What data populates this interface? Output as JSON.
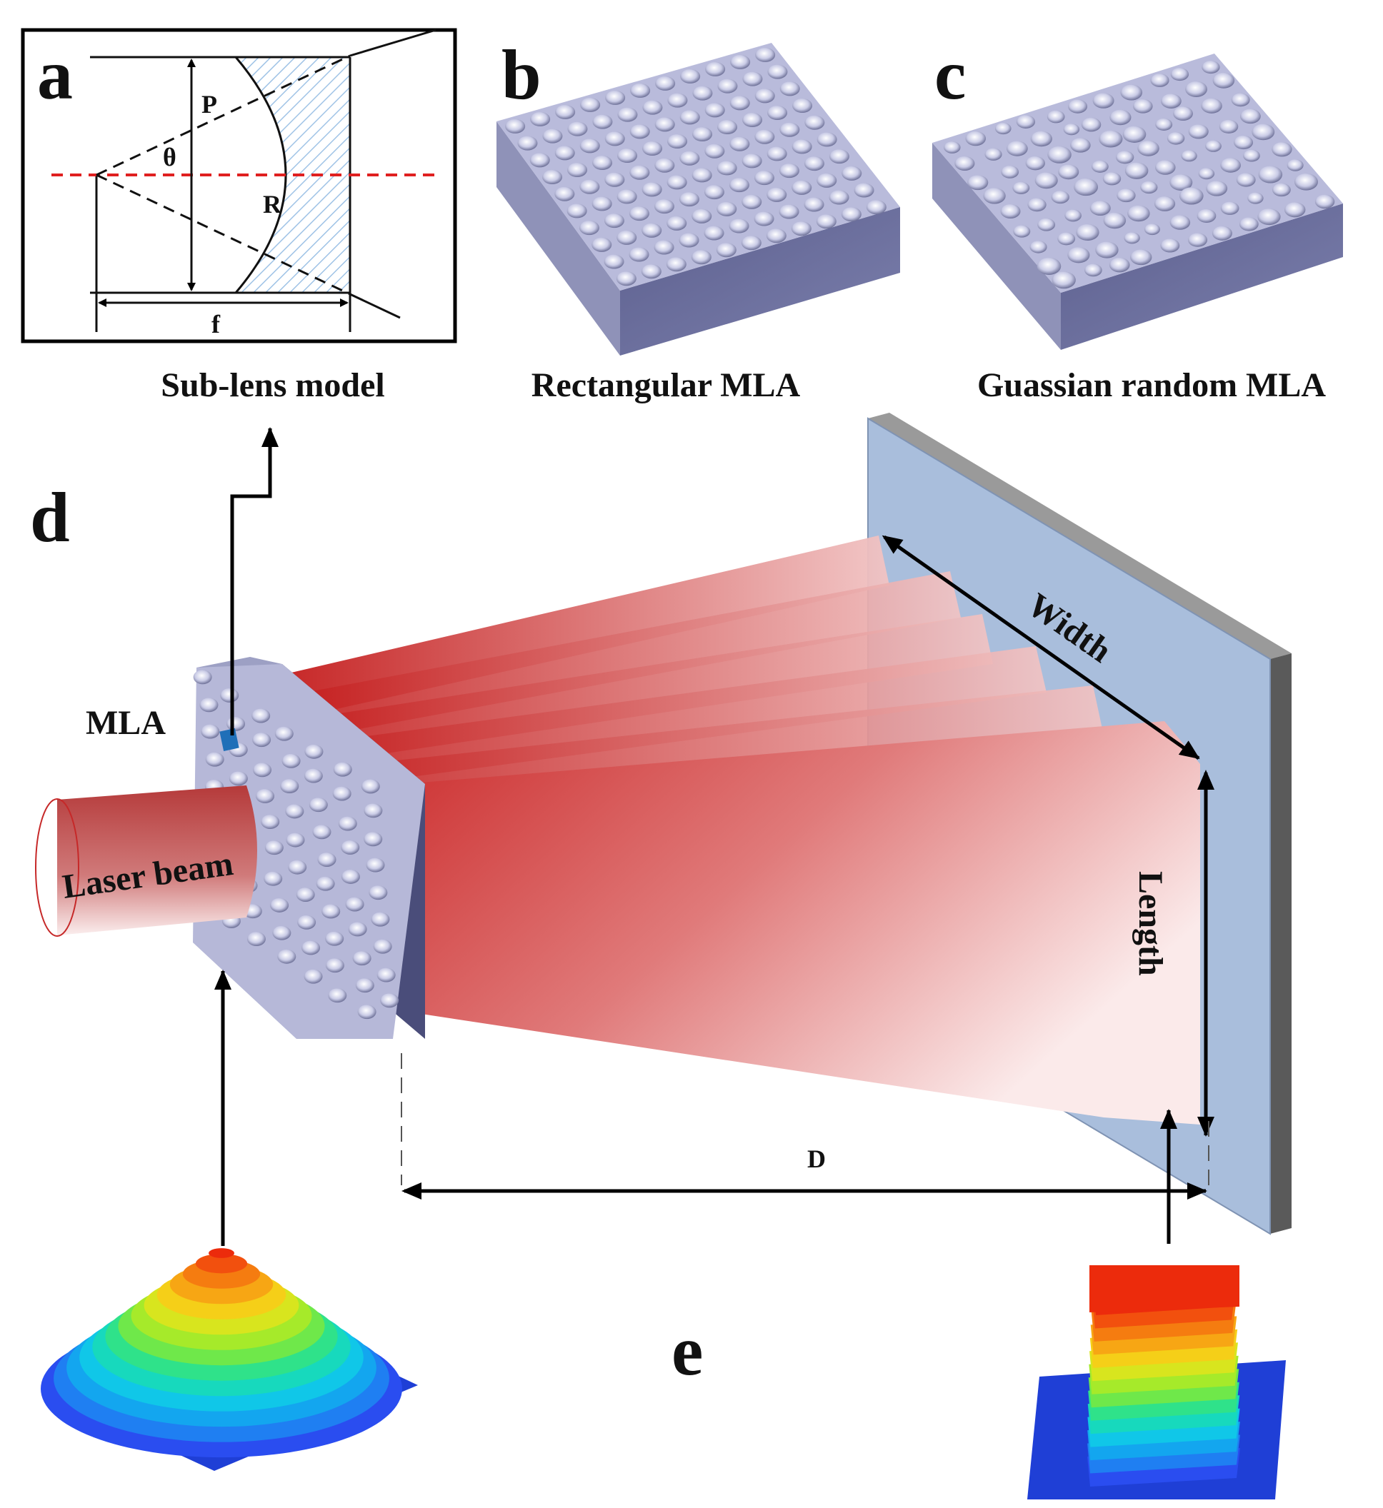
{
  "panels": {
    "a": {
      "letter": "a",
      "caption": "Sub-lens model",
      "labels": {
        "P": "P",
        "theta": "θ",
        "R": "R",
        "f": "f"
      }
    },
    "b": {
      "letter": "b",
      "caption": "Rectangular MLA"
    },
    "c": {
      "letter": "c",
      "caption": "Guassian random MLA"
    },
    "d": {
      "letter": "d",
      "labels": {
        "mla": "MLA",
        "laser": "Laser beam",
        "width": "Width",
        "length": "Length",
        "distance": "D"
      }
    },
    "e": {
      "letter": "e"
    }
  },
  "colors": {
    "beam_red": "#c81e1e",
    "screen_face": "#a9bedc",
    "screen_edge": "#5a5a5a",
    "mla_side": "#4a4d7a",
    "optical_axis": "#e02020",
    "hatch": "#9fc3e6"
  }
}
